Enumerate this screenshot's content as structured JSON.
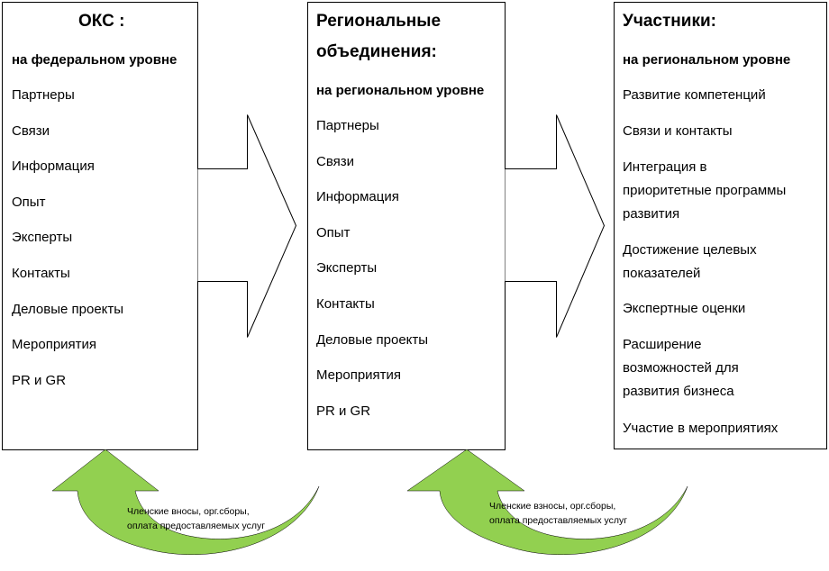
{
  "columns": [
    {
      "title": "ОКС :",
      "subtitle": "на федеральном уровне",
      "items": [
        "Партнеры",
        "Связи",
        "Информация",
        "Опыт",
        "Эксперты",
        "Контакты",
        "Деловые проекты",
        "Мероприятия",
        "PR и GR"
      ]
    },
    {
      "title_lines": [
        "Региональные",
        "объединения:"
      ],
      "subtitle": "на региональном уровне",
      "items": [
        "Партнеры",
        "Связи",
        "Информация",
        "Опыт",
        "Эксперты",
        "Контакты",
        "Деловые проекты",
        "Мероприятия",
        "PR и GR"
      ]
    },
    {
      "title": "Участники:",
      "subtitle": "на региональном уровне",
      "items": [
        [
          "Развитие компетенций"
        ],
        [
          "Связи и контакты"
        ],
        [
          "Интеграция в",
          "приоритетные программы",
          "развития"
        ],
        [
          "Достижение целевых",
          "показателей"
        ],
        [
          "Экспертные оценки"
        ],
        [
          "Расширение",
          "возможностей для",
          "развития бизнеса"
        ],
        [
          "Участие в мероприятиях"
        ]
      ]
    }
  ],
  "feedback_arrows": [
    {
      "caption_lines": [
        "Членские вносы, орг.сборы,",
        "оплата предоставляемых услуг"
      ]
    },
    {
      "caption_lines": [
        "Членские взносы, орг.сборы,",
        "оплата предоставляемых услуг"
      ]
    }
  ],
  "colors": {
    "arrow_fill": "#92d050",
    "outline": "#000000"
  }
}
